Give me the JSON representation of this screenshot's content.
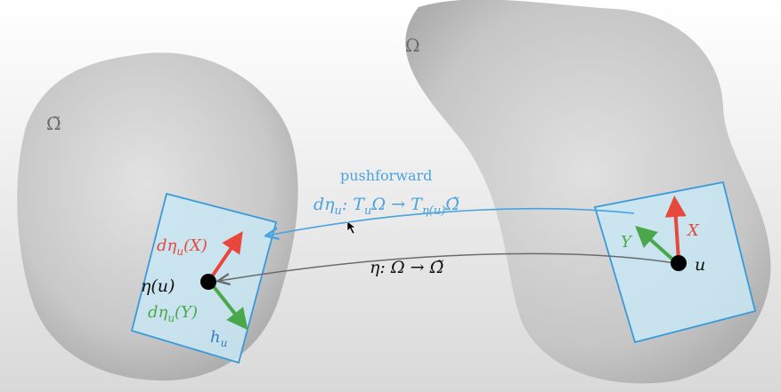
{
  "colors": {
    "background": "#ffffff",
    "blob_fill": "#c9c9c9",
    "tangent_plane_fill": "#c8e6f5",
    "tangent_plane_stroke": "#3a9ad9",
    "pushforward": "#4aa3df",
    "map_arrow": "#6b6b6b",
    "vector_x": "#e8473b",
    "vector_y": "#4aa84a",
    "point": "#000000",
    "text_dark": "#111111"
  },
  "labels": {
    "omega": "Ω",
    "omega_tilde": "Ω̃",
    "pushforward_title": "pushforward",
    "pushforward_formula": "dη",
    "pushforward_formula_sub": "u",
    "pushforward_formula_rest": ": T",
    "pushforward_formula_sub2": "u",
    "pushforward_formula_mid": "Ω → T",
    "pushforward_formula_sub3": "η(u)",
    "pushforward_formula_end": "Ω̃",
    "map_formula": "η: Ω → Ω̃",
    "point_u": "u",
    "point_eta_u": "η(u)",
    "vector_x": "X",
    "vector_y": "Y",
    "push_x_pre": "dη",
    "push_x_sub": "u",
    "push_x_arg": "(X)",
    "push_y_pre": "dη",
    "push_y_sub": "u",
    "push_y_arg": "(Y)",
    "h_u": "h",
    "h_u_sub": "u"
  }
}
